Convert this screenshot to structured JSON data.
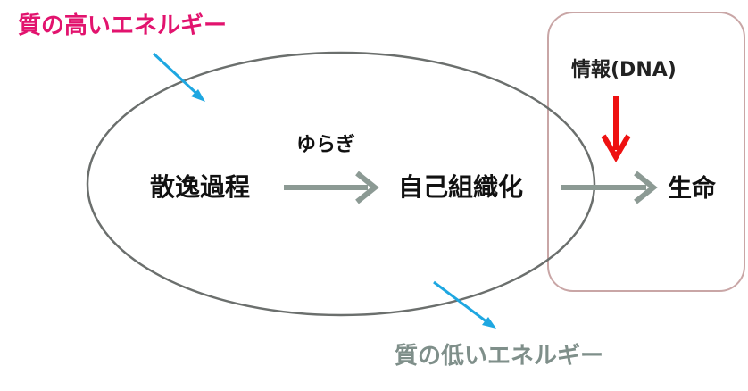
{
  "labels": {
    "high_energy": "質の高いエネルギー",
    "low_energy": "質の低いエネルギー",
    "information": "情報(DNA)",
    "fluctuation": "ゆらぎ",
    "dissipative_process": "散逸過程",
    "self_organization": "自己組織化",
    "life": "生命"
  },
  "colors": {
    "high_energy_text": "#e2136e",
    "low_energy_text": "#7f8f8a",
    "energy_arrows": "#1ea7e1",
    "process_arrows": "#8c9a94",
    "ellipse_stroke": "#6b6f6d",
    "life_box_stroke": "#c9a6a6",
    "info_arrow": "#ee1111"
  }
}
